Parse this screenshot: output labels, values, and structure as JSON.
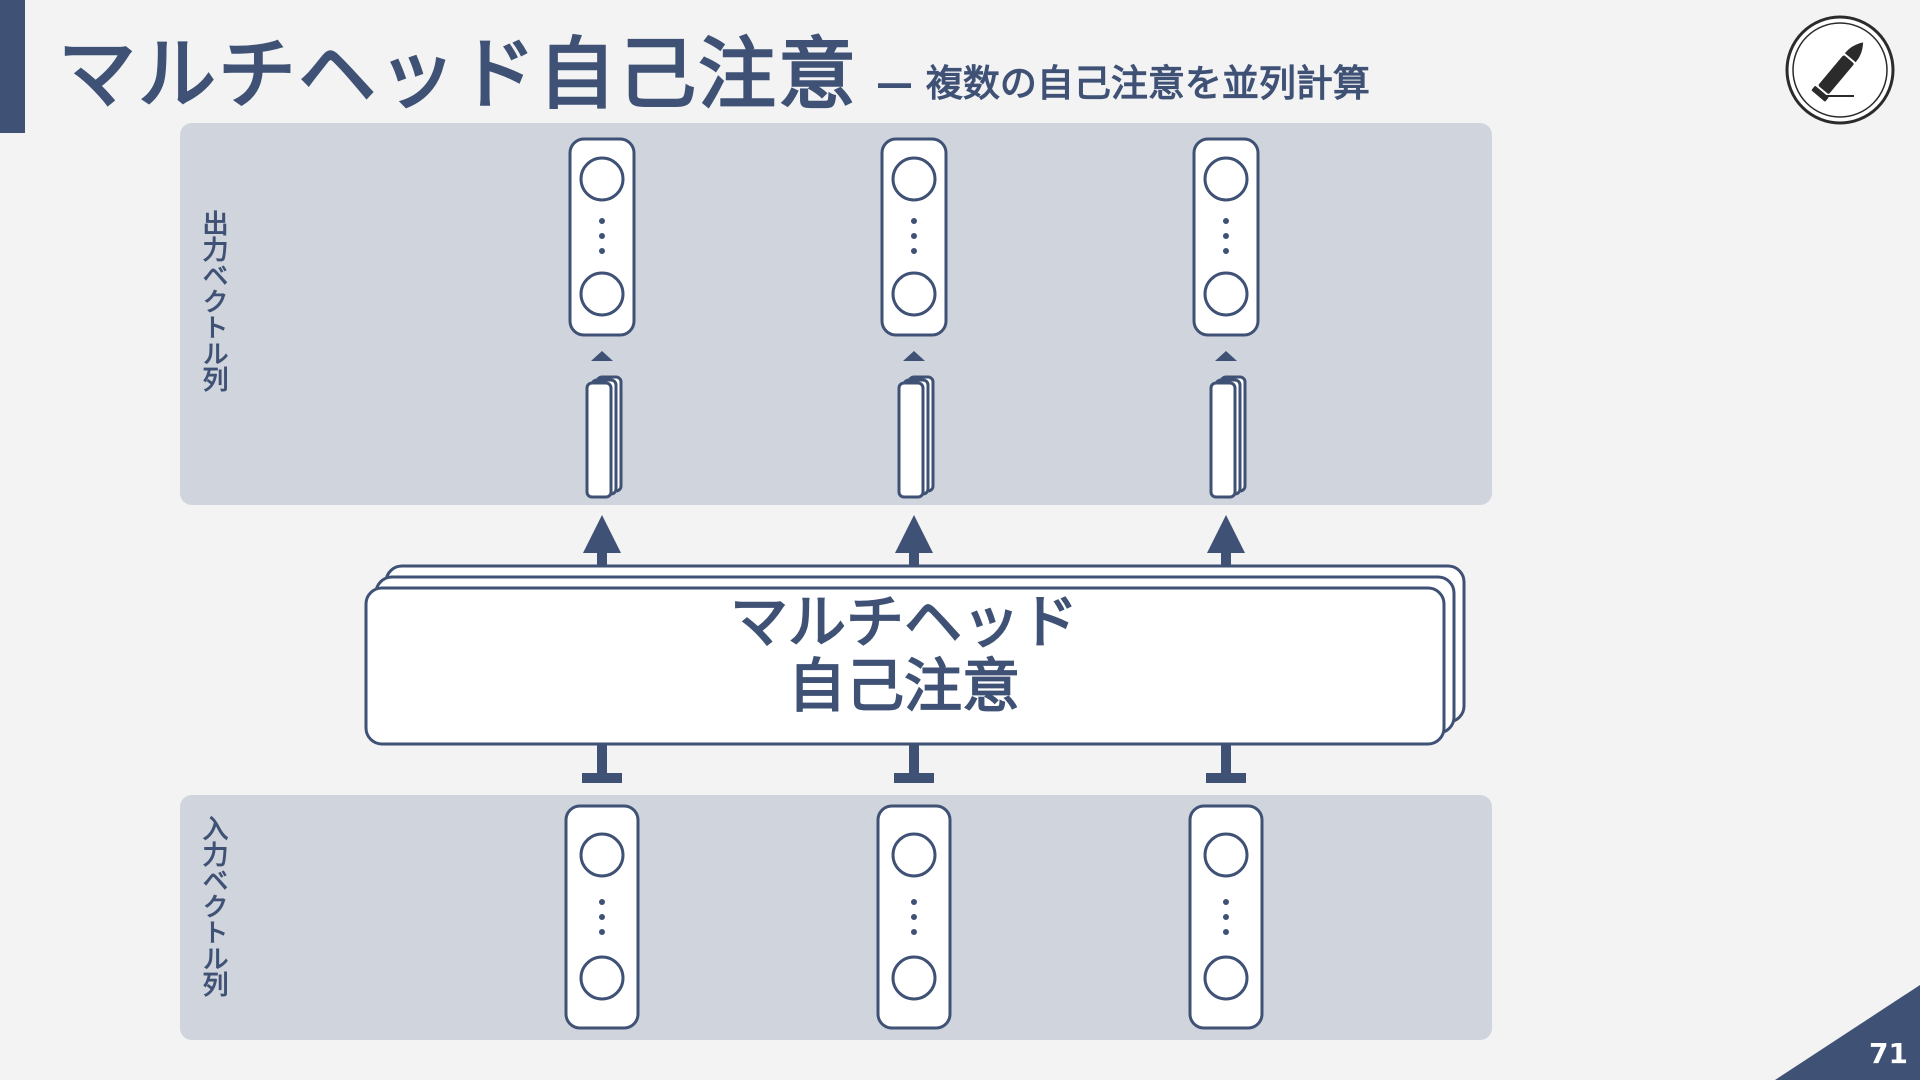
{
  "title": {
    "main": "マルチヘッド自己注意",
    "subtitle": "— 複数の自己注意を並列計算"
  },
  "panels": {
    "output_label": "出力ベクトル列",
    "input_label": "入力ベクトル列"
  },
  "block": {
    "line1": "マルチヘッド",
    "line2": "自己注意"
  },
  "column_count": 3,
  "page_number": "71",
  "logo": {
    "icon": "bullet-icon"
  },
  "colors": {
    "primary": "#3f5275",
    "panel_bg": "#d0d4dc",
    "page_bg": "#f3f3f4",
    "box_fill": "#ffffff"
  }
}
